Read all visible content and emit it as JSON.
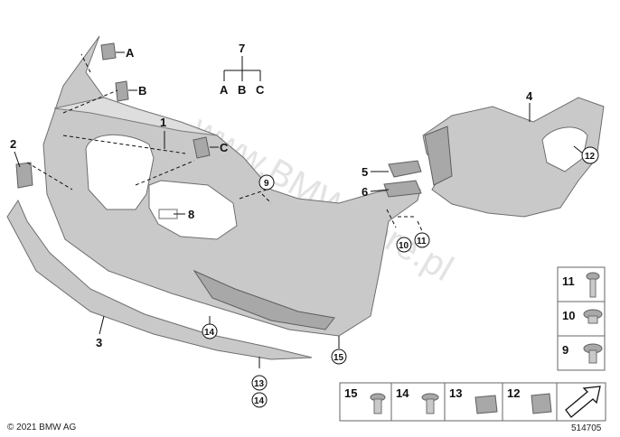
{
  "watermark": "www.BMWstore.pl",
  "copyright": "© 2021 BMW AG",
  "diagram_number": "514705",
  "callouts": {
    "p1": "1",
    "p2": "2",
    "p3": "3",
    "p4": "4",
    "p5": "5",
    "p6": "6",
    "p7": "7",
    "p8": "8",
    "p9": "9",
    "p10": "10",
    "p11": "11",
    "p12": "12",
    "p13": "13",
    "p14a": "14",
    "p14b": "14",
    "p15": "15",
    "a1": "A",
    "b1": "B",
    "c1": "C",
    "a7": "A",
    "b7": "B",
    "c7": "C"
  },
  "legend_right": [
    "11",
    "10",
    "9"
  ],
  "legend_bottom": [
    "15",
    "14",
    "13",
    "12"
  ]
}
